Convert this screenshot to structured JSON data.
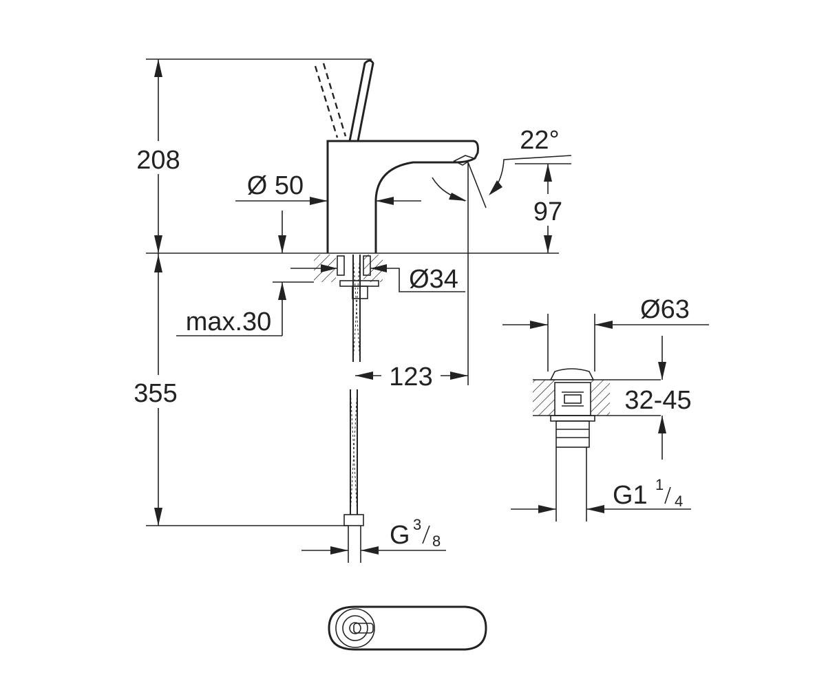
{
  "dimensions": {
    "height_top": "208",
    "height_bottom": "355",
    "body_diameter": "Ø 50",
    "spout_angle": "22°",
    "spout_height": "97",
    "hole_diameter": "Ø34",
    "max_thickness": "max.30",
    "spout_reach": "123",
    "hose_thread_main": "G",
    "hose_thread_num": "3",
    "hose_thread_den": "8",
    "waste_diameter": "Ø63",
    "waste_range": "32-45",
    "waste_thread_main": "G1",
    "waste_thread_num": "1",
    "waste_thread_den": "4"
  },
  "colors": {
    "ink": "#222222",
    "background": "#ffffff"
  }
}
